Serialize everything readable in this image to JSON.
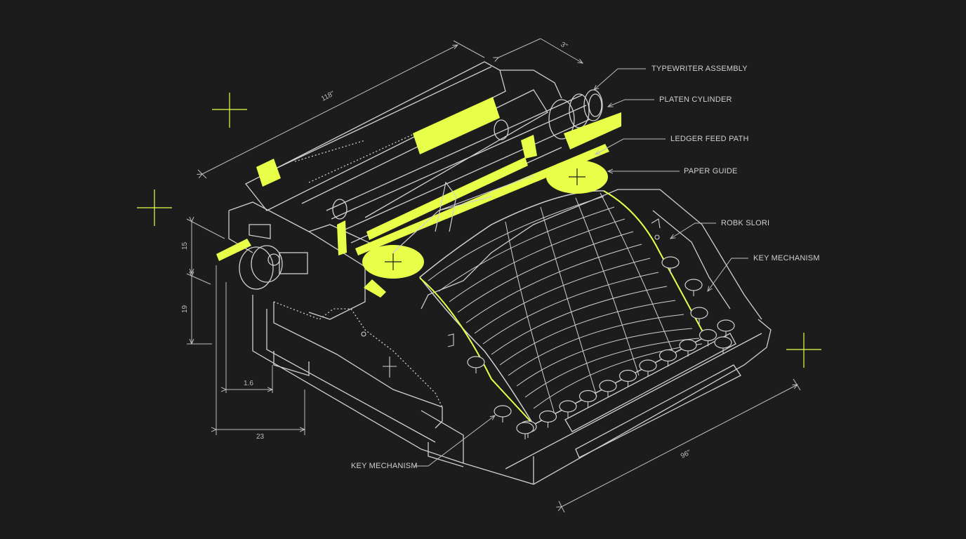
{
  "colors": {
    "background": "#1c1c1c",
    "line": "#d0d0d0",
    "accent": "#e8ff4a"
  },
  "callouts": {
    "typewriter_assembly": "TYPEWRITER ASSEMBLY",
    "platen_cylinder": "PLATEN CYLINDER",
    "ledger_feed_path": "LEDGER FEED PATH",
    "paper_guide": "PAPER GUIDE",
    "robk_slori": "ROBK SLORI",
    "key_mechanism_right": "KEY MECHANISM",
    "key_mechanism_bottom": "KEY MECHANISM"
  },
  "dimensions": {
    "top_length": "118\"",
    "top_right": "3\"",
    "left_upper": "15",
    "left_lower": "19",
    "base_inner": "1.6",
    "base_outer": "23",
    "bottom_length": "96\""
  },
  "icons": [
    "crosshair-icon",
    "platen-knob-icon",
    "key-icon"
  ]
}
